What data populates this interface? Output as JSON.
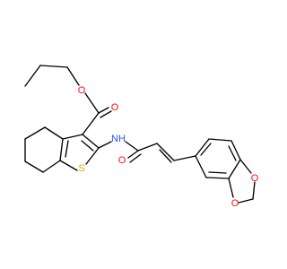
{
  "atoms": [
    {
      "id": "O1",
      "symbol": "O",
      "color": "#ff0d0d"
    },
    {
      "id": "O2",
      "symbol": "O",
      "color": "#ff0d0d"
    },
    {
      "id": "N",
      "symbol": "NH",
      "color": "#3050f8"
    },
    {
      "id": "S",
      "symbol": "S",
      "color": "#c8b400"
    },
    {
      "id": "O3",
      "symbol": "O",
      "color": "#ff0d0d"
    },
    {
      "id": "O4",
      "symbol": "O",
      "color": "#ff0d0d"
    },
    {
      "id": "O5",
      "symbol": "O",
      "color": "#ff0d0d"
    }
  ],
  "colors": {
    "bond": "#000000",
    "background": "#ffffff"
  }
}
